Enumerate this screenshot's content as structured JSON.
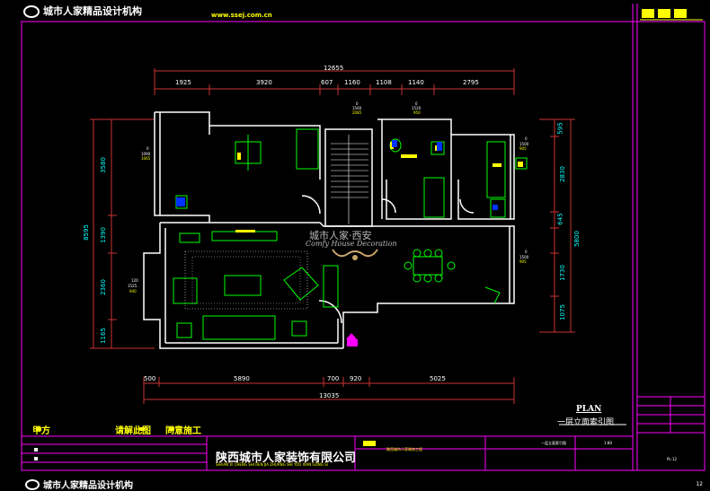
{
  "header": {
    "title": "城市人家精品设计机构",
    "url": "www.ssej.com.cn"
  },
  "footer": {
    "title": "城市人家精品设计机构",
    "page_number": "12"
  },
  "title_block": {
    "owner_label": "甲方",
    "notice_1": "请解此图",
    "notice_2": "同意施工",
    "company": "陕西城市人家装饰有限公司",
    "company_en": "SHAAN XI CHENG SHI REN JIA ZHUANG SHI YOU XIAN GONG SI",
    "project": "陕西城市人家装饰工程",
    "drawing_name": "一层立面索引图",
    "scale": "1:80",
    "drawing_no": "PL-12"
  },
  "plan_label": {
    "en": "PLAN",
    "cn": "一层立面索引图"
  },
  "watermark": {
    "cn": "城市人家·西安",
    "en": "Comfy House Decoration"
  },
  "dimensions": {
    "top_total": "12655",
    "top_segments": [
      "1925",
      "3920",
      "607",
      "1160",
      "1108",
      "1140",
      "2795"
    ],
    "bottom_total": "13035",
    "bottom_segments": [
      "500",
      "5890",
      "700",
      "920",
      "5025"
    ],
    "left_total": "8595",
    "left_segments": [
      "3580",
      "1390",
      "2360",
      "1165"
    ],
    "right_segments": [
      "595",
      "2830",
      "645",
      "5800",
      "1730",
      "1075"
    ]
  },
  "annotations": {
    "a1": [
      "0",
      "1560",
      "2085"
    ],
    "a2": [
      "0",
      "1520",
      "950"
    ],
    "a3": [
      "0",
      "1090",
      "1065"
    ],
    "a4": [
      "0",
      "1500",
      "905"
    ],
    "a5": [
      "0",
      "1500",
      "905"
    ],
    "a6": [
      "120",
      "1525",
      "940"
    ]
  },
  "colors": {
    "wall": "#ffffff",
    "furniture": "#00ff00",
    "dimension": "#cc3333",
    "dimension_text": "#ffffff",
    "vertical_dim_text": "#00ffff",
    "frame": "#ff00ff",
    "accent": "#ffff00"
  }
}
